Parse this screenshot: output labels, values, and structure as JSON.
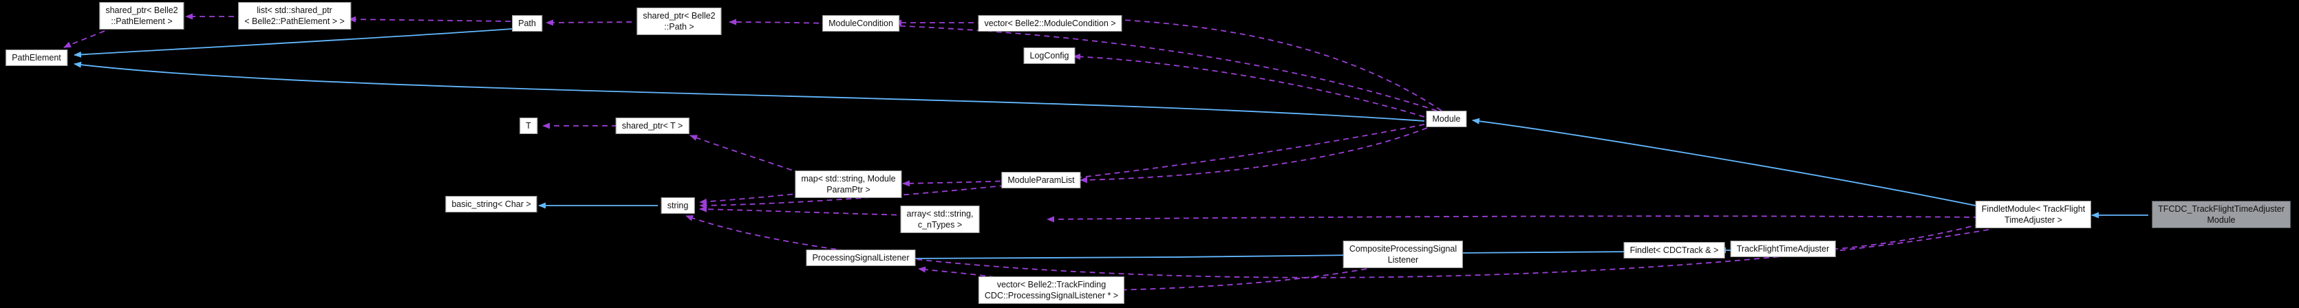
{
  "diagram": {
    "kind": "doxygen-collaboration-graph",
    "background": "#000000",
    "colors": {
      "inheritance_edge": "#63b8ff",
      "usage_edge": "#9c3fd6",
      "node_bg": "#ffffff",
      "node_border": "#9a9a9a",
      "highlight_node_bg": "#9a9da1",
      "highlight_node_border": "#474b4f",
      "node_text": "#111111"
    },
    "nodes": [
      {
        "id": "pathelement",
        "label": "PathElement",
        "highlighted": false
      },
      {
        "id": "sp_pathelement",
        "label": "shared_ptr< Belle2\n::PathElement >",
        "highlighted": false
      },
      {
        "id": "list_sp_pathelement",
        "label": "list< std::shared_ptr\n< Belle2::PathElement > >",
        "highlighted": false
      },
      {
        "id": "path",
        "label": "Path",
        "highlighted": false
      },
      {
        "id": "sp_path",
        "label": "shared_ptr< Belle2\n::Path >",
        "highlighted": false
      },
      {
        "id": "modulecondition",
        "label": "ModuleCondition",
        "highlighted": false
      },
      {
        "id": "vector_modulecondition",
        "label": "vector< Belle2::ModuleCondition >",
        "highlighted": false
      },
      {
        "id": "logconfig",
        "label": "LogConfig",
        "highlighted": false
      },
      {
        "id": "module",
        "label": "Module",
        "highlighted": false
      },
      {
        "id": "t",
        "label": "T",
        "highlighted": false
      },
      {
        "id": "sp_t",
        "label": "shared_ptr< T >",
        "highlighted": false
      },
      {
        "id": "map_param",
        "label": "map< std::string, Module\nParamPtr >",
        "highlighted": false
      },
      {
        "id": "moduleparamlist",
        "label": "ModuleParamList",
        "highlighted": false
      },
      {
        "id": "array_types",
        "label": "array< std::string,\nc_nTypes >",
        "highlighted": false
      },
      {
        "id": "basic_string",
        "label": "basic_string< Char >",
        "highlighted": false
      },
      {
        "id": "string",
        "label": "string",
        "highlighted": false
      },
      {
        "id": "psl",
        "label": "ProcessingSignalListener",
        "highlighted": false
      },
      {
        "id": "vector_psl",
        "label": "vector< Belle2::TrackFinding\nCDC::ProcessingSignalListener * >",
        "highlighted": false
      },
      {
        "id": "composite",
        "label": "CompositeProcessingSignal\nListener",
        "highlighted": false
      },
      {
        "id": "findlet",
        "label": "Findlet< CDCTrack & >",
        "highlighted": false
      },
      {
        "id": "tfa",
        "label": "TrackFlightTimeAdjuster",
        "highlighted": false
      },
      {
        "id": "findletmodule",
        "label": "FindletModule< TrackFlight\nTimeAdjuster >",
        "highlighted": false
      },
      {
        "id": "tfcdc",
        "label": "TFCDC_TrackFlightTimeAdjuster\nModule",
        "highlighted": true
      }
    ],
    "edges": [
      {
        "from": "path",
        "to": "pathelement",
        "kind": "inheritance"
      },
      {
        "from": "module",
        "to": "pathelement",
        "kind": "inheritance"
      },
      {
        "from": "string",
        "to": "basic_string",
        "kind": "inheritance"
      },
      {
        "from": "composite",
        "to": "psl",
        "kind": "inheritance"
      },
      {
        "from": "findlet",
        "to": "composite",
        "kind": "inheritance"
      },
      {
        "from": "tfa",
        "to": "findlet",
        "kind": "inheritance"
      },
      {
        "from": "findletmodule",
        "to": "module",
        "kind": "inheritance"
      },
      {
        "from": "tfcdc",
        "to": "findletmodule",
        "kind": "inheritance"
      },
      {
        "from": "sp_pathelement",
        "to": "pathelement",
        "kind": "usage"
      },
      {
        "from": "list_sp_pathelement",
        "to": "sp_pathelement",
        "kind": "usage"
      },
      {
        "from": "path",
        "to": "list_sp_pathelement",
        "kind": "usage"
      },
      {
        "from": "sp_path",
        "to": "path",
        "kind": "usage"
      },
      {
        "from": "module",
        "to": "sp_path",
        "kind": "usage"
      },
      {
        "from": "vector_modulecondition",
        "to": "modulecondition",
        "kind": "usage"
      },
      {
        "from": "module",
        "to": "vector_modulecondition",
        "kind": "usage"
      },
      {
        "from": "module",
        "to": "logconfig",
        "kind": "usage"
      },
      {
        "from": "sp_t",
        "to": "t",
        "kind": "usage"
      },
      {
        "from": "map_param",
        "to": "sp_t",
        "kind": "usage"
      },
      {
        "from": "moduleparamlist",
        "to": "map_param",
        "kind": "usage"
      },
      {
        "from": "module",
        "to": "moduleparamlist",
        "kind": "usage"
      },
      {
        "from": "map_param",
        "to": "string",
        "kind": "usage"
      },
      {
        "from": "module",
        "to": "string",
        "kind": "usage"
      },
      {
        "from": "array_types",
        "to": "string",
        "kind": "usage"
      },
      {
        "from": "findletmodule",
        "to": "array_types",
        "kind": "usage"
      },
      {
        "from": "findletmodule",
        "to": "string",
        "kind": "usage"
      },
      {
        "from": "findletmodule",
        "to": "tfa",
        "kind": "usage"
      },
      {
        "from": "vector_psl",
        "to": "psl",
        "kind": "usage"
      },
      {
        "from": "composite",
        "to": "vector_psl",
        "kind": "usage"
      }
    ]
  }
}
